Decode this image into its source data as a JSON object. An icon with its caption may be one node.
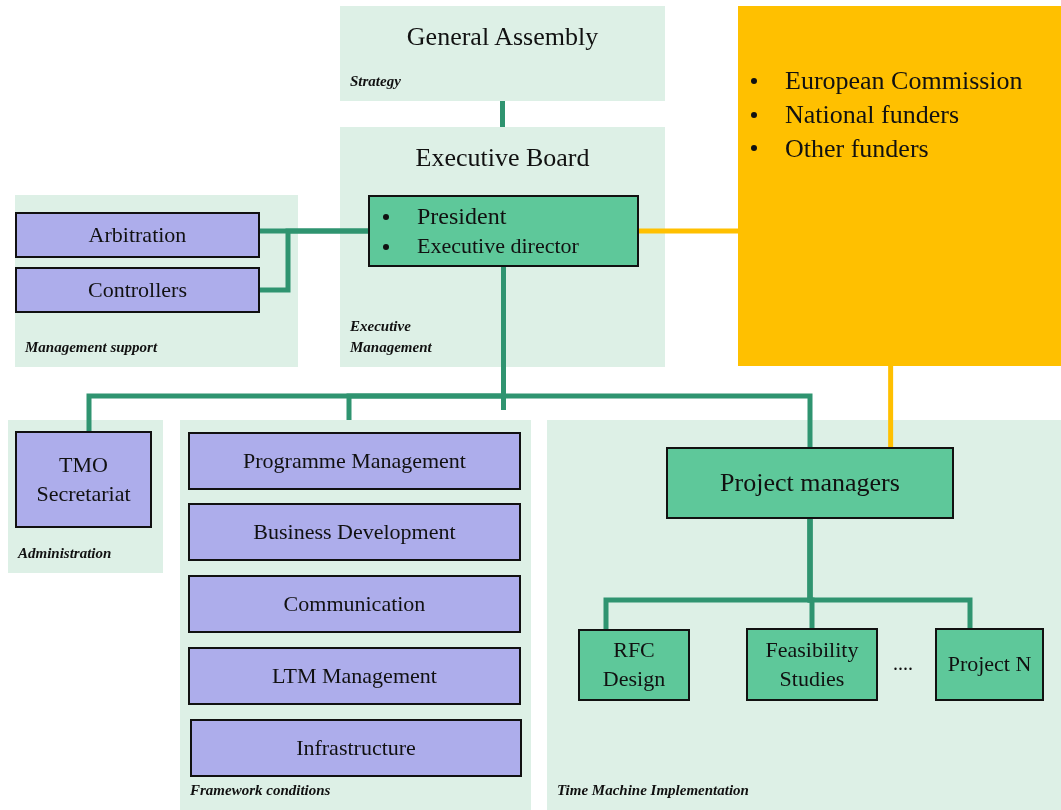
{
  "diagram": {
    "nodes": [
      {
        "text": [
          "General Assembly",
          "Strategy"
        ]
      },
      {
        "text": [
          "Executive Board",
          "Executive Management"
        ]
      },
      {
        "text": [
          "President",
          "Executive director"
        ],
        "in": 1
      },
      {
        "text": [
          "Management support"
        ]
      },
      {
        "text": [
          "Arbitration"
        ],
        "in": 3
      },
      {
        "text": [
          "Controllers"
        ],
        "in": 3
      },
      {
        "text": [
          "European Commission",
          "National funders",
          "Other funders"
        ]
      },
      {
        "text": [
          "Administration"
        ]
      },
      {
        "text": [
          "TMO Secretariat"
        ],
        "in": 7
      },
      {
        "text": [
          "Framework conditions"
        ]
      },
      {
        "text": [
          "Programme Management"
        ],
        "in": 9
      },
      {
        "text": [
          "Business Development"
        ],
        "in": 9
      },
      {
        "text": [
          "Communication"
        ],
        "in": 9
      },
      {
        "text": [
          "LTM Management"
        ],
        "in": 9
      },
      {
        "text": [
          "Infrastructure"
        ],
        "in": 9
      },
      {
        "text": [
          "Time Machine Implementation"
        ]
      },
      {
        "text": [
          "Project managers"
        ],
        "in": 15
      },
      {
        "text": [
          "RFC Design"
        ],
        "in": 15
      },
      {
        "text": [
          "Feasibility Studies"
        ],
        "in": 15
      },
      {
        "text": [
          "Project N"
        ],
        "in": 15
      }
    ],
    "edges": [
      {
        "from": 0,
        "to": 1,
        "arrow": "none"
      },
      {
        "from": 2,
        "to": 4,
        "arrow": "none"
      },
      {
        "from": 2,
        "to": 5,
        "arrow": "none"
      },
      {
        "from": 2,
        "to": 6,
        "arrow": "none",
        "color": "#ffc000"
      },
      {
        "from": 2,
        "to": 8,
        "arrow": "none"
      },
      {
        "from": 2,
        "to": 9,
        "arrow": "none"
      },
      {
        "from": 2,
        "to": 16,
        "arrow": "none"
      },
      {
        "from": 6,
        "to": 16,
        "arrow": "none",
        "color": "#ffc000"
      },
      {
        "from": 16,
        "to": 17,
        "arrow": "none"
      },
      {
        "from": 16,
        "to": 18,
        "arrow": "none"
      },
      {
        "from": 16,
        "to": 19,
        "arrow": "none"
      }
    ],
    "labels": [
      "...."
    ]
  }
}
